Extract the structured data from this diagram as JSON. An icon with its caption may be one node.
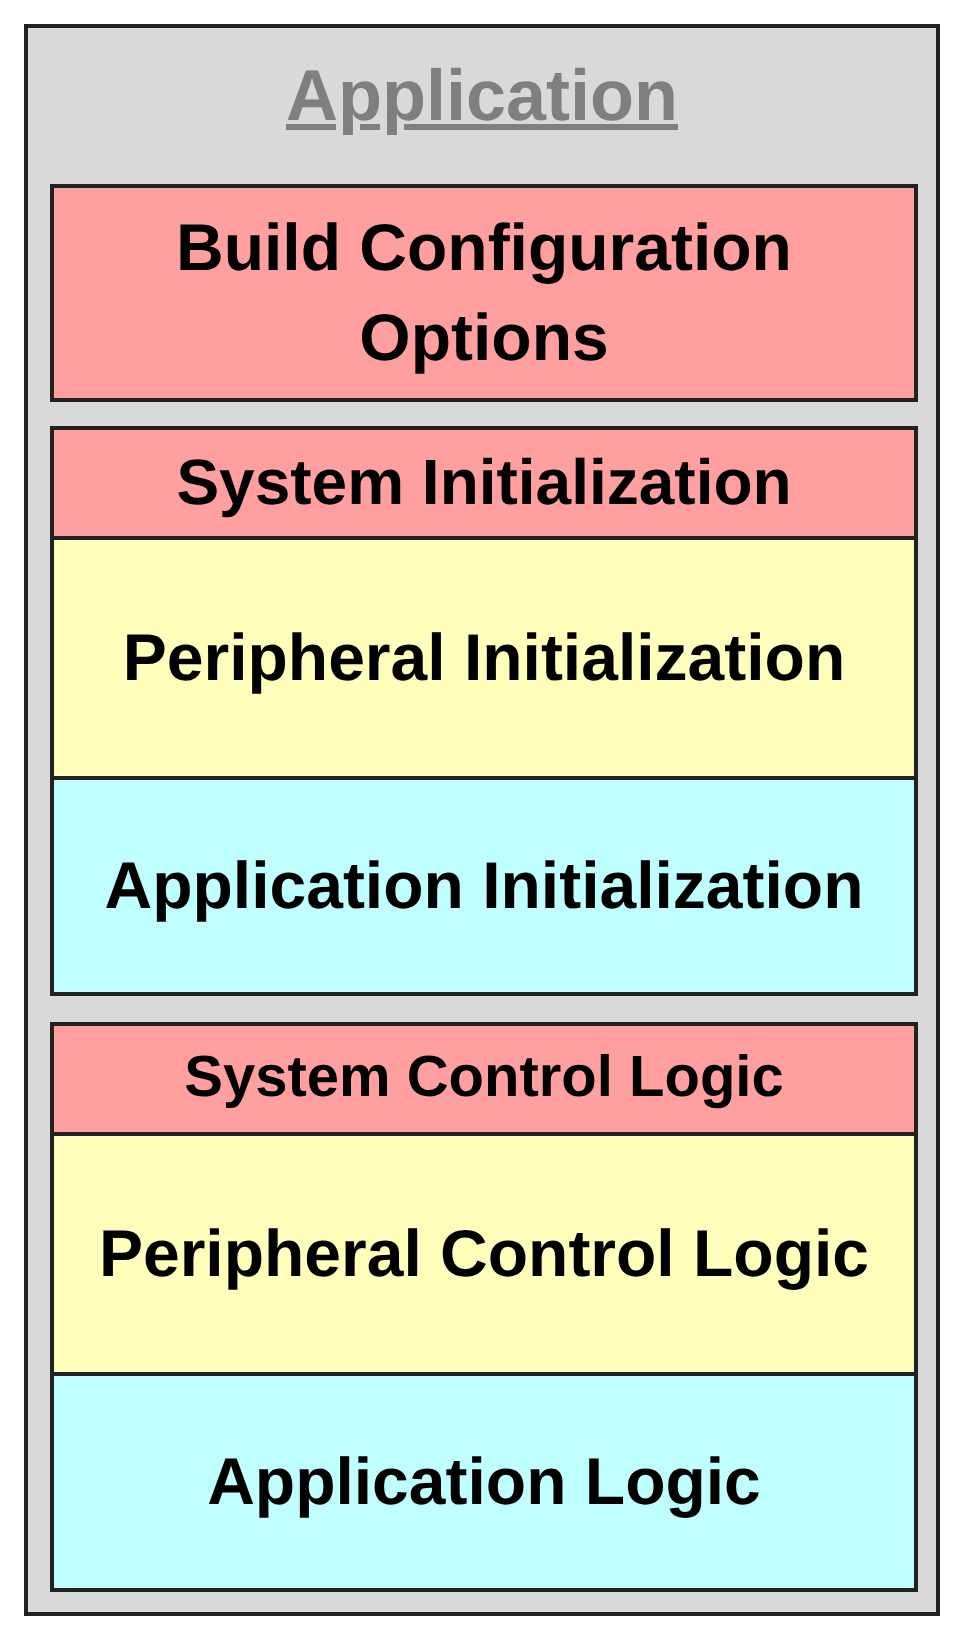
{
  "diagram": {
    "nodes": [
      {
        "text": [
          "Application"
        ]
      },
      {
        "text": [
          "Build Configuration Options"
        ],
        "in": 0
      },
      {
        "text": [
          "System Initialization"
        ],
        "in": 0
      },
      {
        "text": [
          "Peripheral Initialization"
        ],
        "in": 2
      },
      {
        "text": [
          "Application Initialization"
        ],
        "in": 2
      },
      {
        "text": [
          "System Control Logic"
        ],
        "in": 0
      },
      {
        "text": [
          "Peripheral Control Logic"
        ],
        "in": 5
      },
      {
        "text": [
          "Application Logic"
        ],
        "in": 5
      }
    ],
    "edges": []
  }
}
